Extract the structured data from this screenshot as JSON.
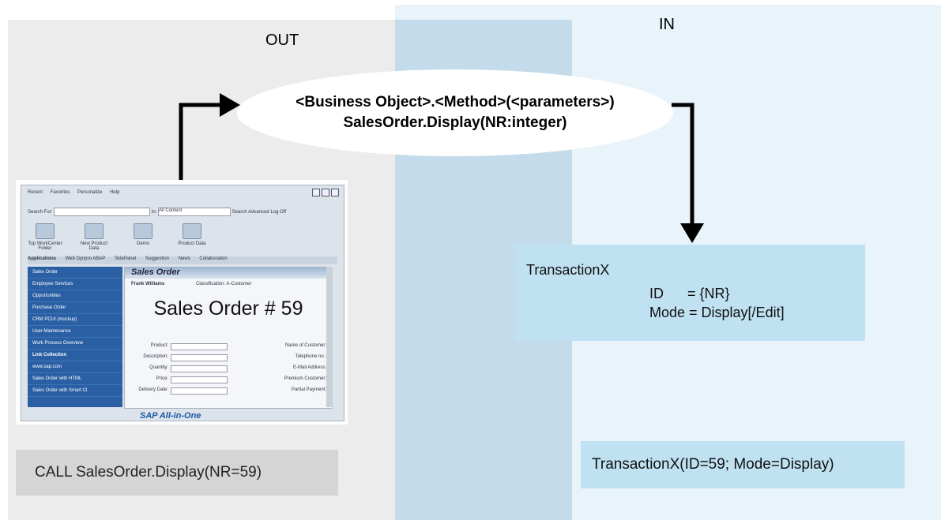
{
  "labels": {
    "out": "OUT",
    "in": "IN"
  },
  "ellipse": {
    "line1": "<Business Object>.<Method>(<parameters>)",
    "line2": "SalesOrder.Display(NR:integer)"
  },
  "transaction_box": {
    "title": "TransactionX",
    "id_line": "ID      = {NR}",
    "mode_line": "Mode = Display[/Edit]"
  },
  "transaction_call": "TransactionX(ID=59; Mode=Display)",
  "call_box": "CALL SalesOrder.Display(NR=59)",
  "sap_window": {
    "menu": [
      "Recent",
      "Favorites",
      "Personalize",
      "Help"
    ],
    "search_label": "Search For:",
    "in_label": "In:",
    "in_value": "All Content",
    "search_button": "Search",
    "advanced": "Advanced",
    "logoff": "Log Off",
    "toolbar": [
      "Top WorkCenter Folder",
      "New Product Data",
      "Demo",
      "Product Data"
    ],
    "tabs": [
      "Applications",
      "Web Dynpro ABAP",
      "SidePanel",
      "Suggestion",
      "News",
      "Collaboration"
    ],
    "nav_items": [
      "Sales Order",
      "Employee Services",
      "Opportunities",
      "Purchase Order",
      "CRM PCUI (mockup)",
      "User Maintenance",
      "Work Process Overview",
      "Link Collection",
      "www.sap.com",
      "Sales Order with HTML",
      "Sales Order with Smart Cl."
    ],
    "form_title": "Sales Order",
    "customer": "Frank Williams",
    "classification": "Classification:  A-Customer",
    "big_text": "Sales Order # 59",
    "fields": [
      {
        "label": "Product:",
        "right": "Name of Customer:"
      },
      {
        "label": "Description:",
        "right": "Telephone no.:"
      },
      {
        "label": "Quantity:",
        "right": "E-Mail Address:"
      },
      {
        "label": "Price:",
        "right": "Premium Customer:"
      },
      {
        "label": "Delivery Date:",
        "right": "Partial Payment:"
      }
    ],
    "logo": "SAP All-in-One"
  },
  "colors": {
    "out_panel": "#ececec",
    "in_panel": "#e8f3fa",
    "overlap": "#c3dbea",
    "box": "#bfe1f1",
    "call_box": "#d5d5d5"
  }
}
